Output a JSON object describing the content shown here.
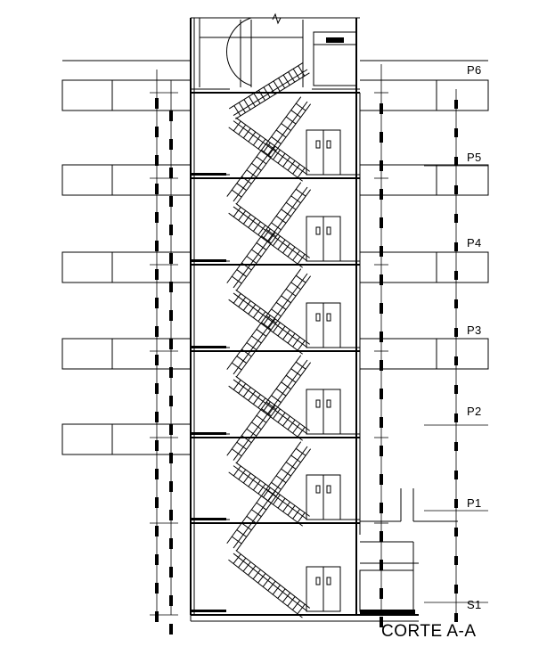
{
  "drawing": {
    "title": "CORTE A-A",
    "levels": [
      "P6",
      "P5",
      "P4",
      "P3",
      "P2",
      "P1",
      "S1"
    ],
    "floor_count": 7,
    "line_color": "#000000",
    "background": "#ffffff"
  }
}
